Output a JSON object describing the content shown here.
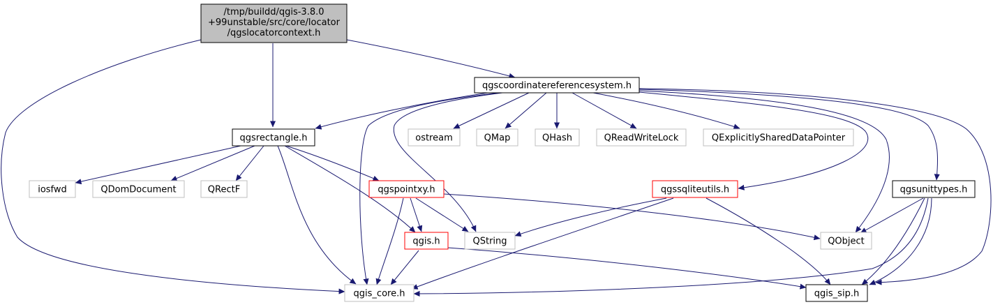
{
  "colors": {
    "edge": "#191970",
    "root_fill": "#bfbfbf",
    "root_border": "#000000",
    "documented_border": "#000000",
    "external_border": "#bfbfbf",
    "truncated_border": "#ff0000"
  },
  "nodes": {
    "root": {
      "lines": [
        "/tmp/buildd/qgis-3.8.0",
        "+99unstable/src/core/locator",
        "/qgslocatorcontext.h"
      ],
      "kind": "root"
    },
    "crs": {
      "lines": [
        "qgscoordinatereferencesystem.h"
      ],
      "kind": "documented"
    },
    "rect": {
      "lines": [
        "qgsrectangle.h"
      ],
      "kind": "documented"
    },
    "ostream": {
      "lines": [
        "ostream"
      ],
      "kind": "external"
    },
    "qmap": {
      "lines": [
        "QMap"
      ],
      "kind": "external"
    },
    "qhash": {
      "lines": [
        "QHash"
      ],
      "kind": "external"
    },
    "qrwlock": {
      "lines": [
        "QReadWriteLock"
      ],
      "kind": "external"
    },
    "qesdp": {
      "lines": [
        "QExplicitlySharedDataPointer"
      ],
      "kind": "external"
    },
    "iosfwd": {
      "lines": [
        "iosfwd"
      ],
      "kind": "external"
    },
    "qdomdoc": {
      "lines": [
        "QDomDocument"
      ],
      "kind": "external"
    },
    "qrectf": {
      "lines": [
        "QRectF"
      ],
      "kind": "external"
    },
    "pointxy": {
      "lines": [
        "qgspointxy.h"
      ],
      "kind": "truncated"
    },
    "sqlite": {
      "lines": [
        "qgssqliteutils.h"
      ],
      "kind": "truncated"
    },
    "unittypes": {
      "lines": [
        "qgsunittypes.h"
      ],
      "kind": "documented"
    },
    "qgis": {
      "lines": [
        "qgis.h"
      ],
      "kind": "truncated"
    },
    "qstring": {
      "lines": [
        "QString"
      ],
      "kind": "external"
    },
    "qobject": {
      "lines": [
        "QObject"
      ],
      "kind": "external"
    },
    "core": {
      "lines": [
        "qgis_core.h"
      ],
      "kind": "external"
    },
    "sip": {
      "lines": [
        "qgis_sip.h"
      ],
      "kind": "documented"
    }
  }
}
